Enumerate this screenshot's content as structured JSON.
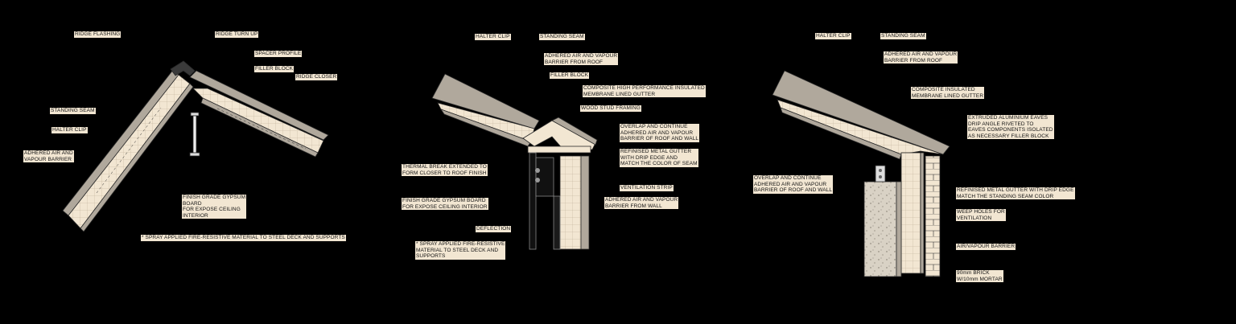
{
  "details": [
    {
      "name": "ridge-detail",
      "labels": [
        "RIDGE FLASHING",
        "RIDGE TURN UP",
        "SPACER PROFILE",
        "FILLER BLOCK",
        "RIDGE CLOSER",
        "STANDING SEAM",
        "HALTER CLIP",
        "ADHERED AIR AND\nVAPOUR BARRIER",
        "FINISH GRADE GYPSUM\nBOARD\nFOR EXPOSE CEILING\nINTERIOR",
        "* SPRAY APPLIED FIRE-RESISTIVE MATERIAL TO STEEL DECK AND SUPPORTS"
      ]
    },
    {
      "name": "gutter-detail",
      "labels": [
        "HALTER CLIP",
        "STANDING SEAM",
        "ADHERED AIR AND VAPOUR\nBARRIER FROM ROOF",
        "FILLER BLOCK",
        "COMPOSITE HIGH PERFORMANCE INSULATED\nMEMBRANE LINED GUTTER",
        "WOOD STUD FRAMING",
        "OVERLAP AND CONTINUE\nADHERED AIR AND VAPOUR\nBARRIER OF ROOF AND WALL",
        "REFINISED METAL GUTTER\nWITH DRIP EDGE AND\nMATCH THE COLOR OF SEAM",
        "THERMAL BREAK EXTENDED TO\nFORM CLOSER TO ROOF FINISH",
        "VENTILATION STRIP",
        "FINISH GRADE GYPSUM BOARD\nFOR EXPOSE CEILING INTERIOR",
        "ADHERED AIR AND VAPOUR\nBARRIER FROM WALL",
        "DEFLECTION",
        "* SPRAY APPLIED FIRE-RESISTIVE\nMATERIAL TO STEEL DECK AND\nSUPPORTS"
      ]
    },
    {
      "name": "eaves-detail",
      "labels": [
        "HALTER CLIP",
        "STANDING SEAM",
        "ADHERED AIR AND VAPOUR\nBARRIER FROM ROOF",
        "COMPOSITE INSULATED\nMEMBRANE LINED GUTTER",
        "EXTRUDED ALUMINIUM EAVES\nDRIP ANGLE RIVETED TO\nEAVES COMPONENTS ISOLATED\nAS NECESSARY FILLER BLOCK",
        "OVERLAP AND CONTINUE\nADHERED AIR AND VAPOUR\nBARRIER OF ROOF AND WALL",
        "REFINISED METAL GUTTER WITH DRIP EDGE\nMATCH THE STANDING SEAM COLOR",
        "WEEP HOLES FOR\nVENTILATION",
        "AIR/VAPOUR BARRIER",
        "90mm BRICK\nW/10mm MORTAR"
      ]
    }
  ],
  "colors": {
    "background": "#000000",
    "label_bg": "#f2e6d2",
    "insulation": "#f2e6d2",
    "metal": "#b0a89c",
    "line": "#2a2a2a",
    "concrete": "#d9d2c5"
  }
}
